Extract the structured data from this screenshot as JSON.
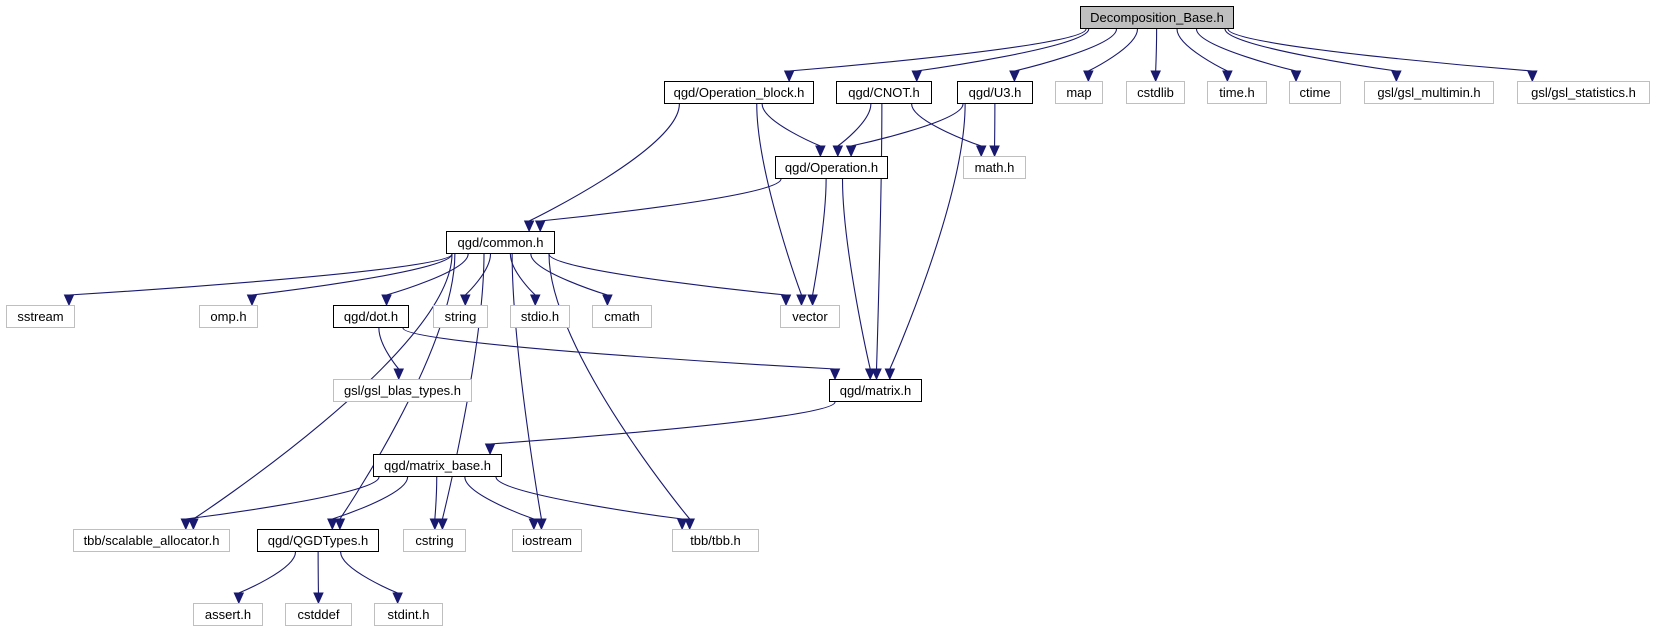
{
  "title": "Decomposition_Base.h",
  "colors": {
    "edge": "#191970",
    "root_fill": "#bfbfbf",
    "internal_border": "#000000",
    "external_border": "#bfbfbf"
  },
  "nodes": {
    "decomposition_base_h": "Decomposition_Base.h",
    "operation_block_h": "qgd/Operation_block.h",
    "cnot_h": "qgd/CNOT.h",
    "u3_h": "qgd/U3.h",
    "map": "map",
    "cstdlib": "cstdlib",
    "time_h": "time.h",
    "ctime": "ctime",
    "gsl_multimin_h": "gsl/gsl_multimin.h",
    "gsl_statistics_h": "gsl/gsl_statistics.h",
    "operation_h": "qgd/Operation.h",
    "math_h": "math.h",
    "common_h": "qgd/common.h",
    "sstream": "sstream",
    "omp_h": "omp.h",
    "dot_h": "qgd/dot.h",
    "string": "string",
    "stdio_h": "stdio.h",
    "cmath": "cmath",
    "vector": "vector",
    "gsl_blas_types_h": "gsl/gsl_blas_types.h",
    "matrix_h": "qgd/matrix.h",
    "matrix_base_h": "qgd/matrix_base.h",
    "tbb_scalable_allocator_h": "tbb/scalable_allocator.h",
    "qgdtypes_h": "qgd/QGDTypes.h",
    "cstring": "cstring",
    "iostream": "iostream",
    "tbb_tbb_h": "tbb/tbb.h",
    "assert_h": "assert.h",
    "cstddef": "cstddef",
    "stdint_h": "stdint.h"
  },
  "edges": [
    [
      "decomposition_base_h",
      "operation_block_h"
    ],
    [
      "decomposition_base_h",
      "cnot_h"
    ],
    [
      "decomposition_base_h",
      "u3_h"
    ],
    [
      "decomposition_base_h",
      "map"
    ],
    [
      "decomposition_base_h",
      "cstdlib"
    ],
    [
      "decomposition_base_h",
      "time_h"
    ],
    [
      "decomposition_base_h",
      "ctime"
    ],
    [
      "decomposition_base_h",
      "gsl_multimin_h"
    ],
    [
      "decomposition_base_h",
      "gsl_statistics_h"
    ],
    [
      "operation_block_h",
      "operation_h"
    ],
    [
      "operation_block_h",
      "common_h"
    ],
    [
      "operation_block_h",
      "vector"
    ],
    [
      "cnot_h",
      "operation_h"
    ],
    [
      "cnot_h",
      "math_h"
    ],
    [
      "cnot_h",
      "matrix_h"
    ],
    [
      "u3_h",
      "operation_h"
    ],
    [
      "u3_h",
      "math_h"
    ],
    [
      "u3_h",
      "matrix_h"
    ],
    [
      "operation_h",
      "common_h"
    ],
    [
      "operation_h",
      "vector"
    ],
    [
      "operation_h",
      "matrix_h"
    ],
    [
      "common_h",
      "sstream"
    ],
    [
      "common_h",
      "omp_h"
    ],
    [
      "common_h",
      "dot_h"
    ],
    [
      "common_h",
      "string"
    ],
    [
      "common_h",
      "stdio_h"
    ],
    [
      "common_h",
      "cmath"
    ],
    [
      "common_h",
      "vector"
    ],
    [
      "common_h",
      "tbb_scalable_allocator_h"
    ],
    [
      "common_h",
      "qgdtypes_h"
    ],
    [
      "common_h",
      "cstring"
    ],
    [
      "common_h",
      "iostream"
    ],
    [
      "common_h",
      "tbb_tbb_h"
    ],
    [
      "dot_h",
      "gsl_blas_types_h"
    ],
    [
      "dot_h",
      "matrix_h"
    ],
    [
      "matrix_h",
      "matrix_base_h"
    ],
    [
      "matrix_base_h",
      "tbb_scalable_allocator_h"
    ],
    [
      "matrix_base_h",
      "qgdtypes_h"
    ],
    [
      "matrix_base_h",
      "cstring"
    ],
    [
      "matrix_base_h",
      "iostream"
    ],
    [
      "matrix_base_h",
      "tbb_tbb_h"
    ],
    [
      "qgdtypes_h",
      "assert_h"
    ],
    [
      "qgdtypes_h",
      "cstddef"
    ],
    [
      "qgdtypes_h",
      "stdint_h"
    ]
  ]
}
